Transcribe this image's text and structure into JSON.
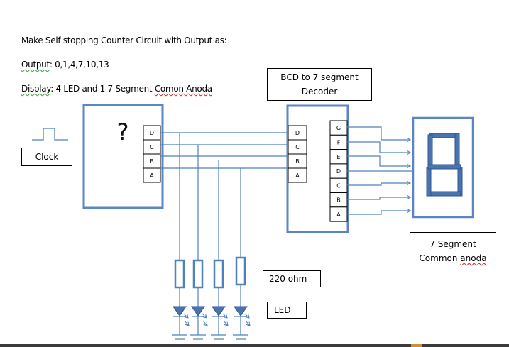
{
  "problem": {
    "title": "Make Self stopping Counter Circuit with Output as:",
    "output_label": "Output",
    "output_value": ": 0,1,4,7,10,13",
    "display_label": "Display",
    "display_value_pre": ": 4 LED and 1 7 Segment ",
    "display_value_misspelled": "Comon Anoda"
  },
  "clock": {
    "label": "Clock"
  },
  "counter": {
    "unknown_symbol": "?",
    "outputs": [
      "D",
      "C",
      "B",
      "A"
    ]
  },
  "decoder": {
    "title_line1": "BCD to 7 segment",
    "title_line2": "Decoder",
    "inputs": [
      "D",
      "C",
      "B",
      "A"
    ],
    "outputs": [
      "G",
      "F",
      "E",
      "D",
      "C",
      "B",
      "A"
    ]
  },
  "seven_segment": {
    "label_line1": "7 Segment",
    "label_line2_pre": "Common ",
    "label_line2_misspelled": "anoda"
  },
  "resistor": {
    "label": "220 ohm",
    "count": 4
  },
  "led": {
    "label": "LED",
    "count": 4
  },
  "colors": {
    "wire": "#4f81bd",
    "block_border": "#4f81bd",
    "segment_fill": "#4a74ad",
    "segment_stroke": "#2f5597"
  }
}
